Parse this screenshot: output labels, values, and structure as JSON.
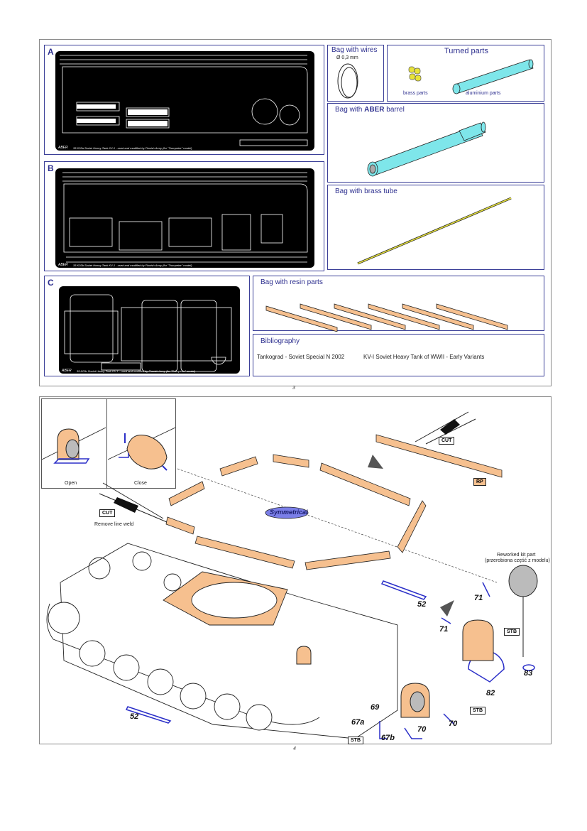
{
  "page3": {
    "page_number": "3",
    "frets": [
      {
        "letter": "A",
        "caption": "35 K03a   Soviet Heavy Tank KV-1 - used and modified by Finnish Army (for \"Trumpeter\" model)"
      },
      {
        "letter": "B",
        "caption": "35 K03b   Soviet Heavy Tank KV-1 - used and modified by Finnish Army (for \"Trumpeter\" model)"
      },
      {
        "letter": "C",
        "caption": "35 K03c   Soviet Heavy Tank KV-1 - used and modified by Finnish Army (for \"Trumpeter\" model)"
      }
    ],
    "fret_brand": "ABER",
    "wires": {
      "title": "Bag with wires",
      "diameter": "Ø 0,3 mm"
    },
    "turned": {
      "title": "Turned parts",
      "brass_label": "brass parts",
      "alu_label": "aluminium parts"
    },
    "barrel": {
      "title_prefix": "Bag with ",
      "title_bold": "ABER",
      "title_suffix": " barrel"
    },
    "brass_tube": {
      "title": "Bag with brass tube"
    },
    "resin": {
      "title": "Bag with resin parts",
      "count": 6
    },
    "bibliography": {
      "title": "Bibliography",
      "entries": [
        "Tankograd - Soviet Special N 2002",
        "KV-I Soviet Heavy Tank of WWII - Early Variants"
      ]
    }
  },
  "page4": {
    "page_number": "4",
    "inset": {
      "open_label": "Open",
      "close_label": "Close"
    },
    "cut_label": "CUT",
    "remove_weld": "Remove line weld",
    "symmetrical": "Symmetrical",
    "rp_label": "RP",
    "reworked": {
      "line1": "Reworked kit part",
      "line2": "(przerobiona część z modelu)"
    },
    "stb_label": "STB",
    "part_numbers": {
      "p52a": "52",
      "p52b": "52",
      "p71a": "71",
      "p71b": "71",
      "p82": "82",
      "p83": "83",
      "p69": "69",
      "p67a": "67a",
      "p67b": "67b",
      "p70a": "70",
      "p70b": "70"
    }
  },
  "colors": {
    "frame_blue": "#3b3f98",
    "resin": "#f6c08f",
    "aluminium": "#7ee6ea",
    "brass": "#e8e33a",
    "pe_blue": "#2b2fc8",
    "symmetrical_fill": "#7b7fe8"
  }
}
